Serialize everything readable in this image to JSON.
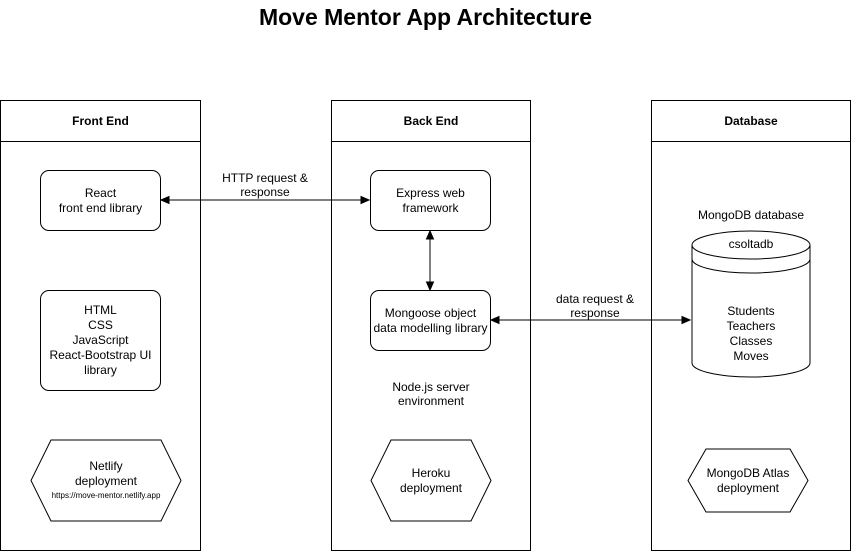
{
  "title": "Move Mentor App Architecture",
  "front_end": {
    "header": "Front End",
    "react_box": [
      "React",
      "front end library"
    ],
    "tech_box": [
      "HTML",
      "CSS",
      "JavaScript",
      "React-Bootstrap UI",
      "library"
    ],
    "deploy": [
      "Netlify",
      "deployment"
    ],
    "deploy_url": "https://move-mentor.netlify.app"
  },
  "back_end": {
    "header": "Back End",
    "express_box": [
      "Express web",
      "framework"
    ],
    "mongoose_box": [
      "Mongoose object",
      "data modelling library"
    ],
    "env_label": [
      "Node.js server",
      "environment"
    ],
    "deploy": [
      "Heroku",
      "deployment"
    ]
  },
  "database": {
    "header": "Database",
    "db_label": "MongoDB database",
    "db_name": "csoltadb",
    "collections": [
      "Students",
      "Teachers",
      "Classes",
      "Moves"
    ],
    "deploy": [
      "MongoDB Atlas",
      "deployment"
    ]
  },
  "connections": {
    "http": [
      "HTTP request &",
      "response"
    ],
    "data": [
      "data request &",
      "response"
    ]
  }
}
